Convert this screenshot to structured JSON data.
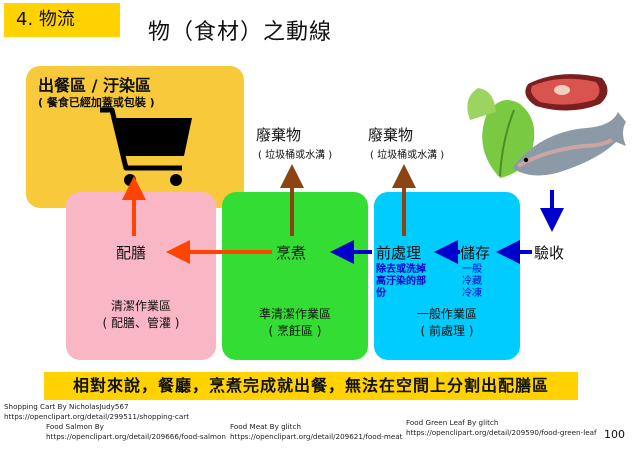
{
  "section_label": "4. 物流",
  "page_title": "物（食材）之動線",
  "exit_area": {
    "title": "出餐區 / 汙染區",
    "note": "( 餐食已經加蓋或包裝 )"
  },
  "nodes": {
    "serve": "配膳",
    "cook": "烹煮",
    "prep": "前處理",
    "store": "儲存",
    "inspect": "驗收",
    "waste_left": "廢棄物",
    "waste_left_note": "( 垃圾桶或水溝 )",
    "waste_right": "廢棄物",
    "waste_right_note": "( 垃圾桶或水溝 )"
  },
  "prep_detail": [
    "除去或洗掉",
    "高汙染的部",
    "份"
  ],
  "store_detail": [
    "一般",
    "冷藏",
    "冷凍"
  ],
  "zones": {
    "clean": [
      "清潔作業區",
      "( 配膳、管灌 )"
    ],
    "semi_clean": [
      "準清潔作業區",
      "( 烹飪區 )"
    ],
    "general": [
      "一般作業區",
      "( 前處理 )"
    ]
  },
  "bottom_note": "相對來說，餐廳，烹煮完成就出餐，無法在空間上分割出配膳區",
  "credits": {
    "cart_1": "Shopping Cart  By    NicholasJudy567",
    "cart_2": "https://openclipart.org/detail/299511/shopping-cart",
    "salmon_1": "Food Salmon By",
    "salmon_2": "https://openclipart.org/detail/209666/food-salmon",
    "meat_1": "Food Meat  By  glitch",
    "meat_2": "https://openclipart.org/detail/209621/food-meat",
    "leaf_1": "Food Green Leaf  By  glitch",
    "leaf_2": "https://openclipart.org/detail/209590/food-green-leaf"
  },
  "page_number": "100",
  "colors": {
    "yellow": "#ffd200",
    "pink": "#f9b6c5",
    "green": "#33dd33",
    "cyan": "#00ccff",
    "red_arrow": "#ff4400",
    "blue_arrow": "#0000cc",
    "brown_arrow": "#8b4513"
  }
}
